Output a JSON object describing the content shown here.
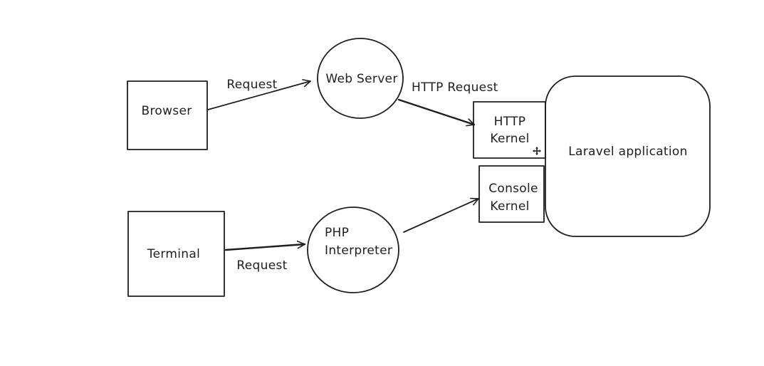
{
  "diagram": {
    "nodes": {
      "browser": {
        "label": "Browser"
      },
      "terminal": {
        "label": "Terminal"
      },
      "web_server": {
        "label": "Web Server"
      },
      "php_interpreter": {
        "line1": "PHP",
        "line2": "Interpreter"
      },
      "http_kernel": {
        "line1": "HTTP",
        "line2": "Kernel"
      },
      "console_kernel": {
        "line1": "Console",
        "line2": "Kernel"
      },
      "laravel_app": {
        "label": "Laravel application"
      }
    },
    "edges": {
      "browser_to_web_server": {
        "label": "Request"
      },
      "web_server_to_http_kernel": {
        "label": "HTTP Request"
      },
      "terminal_to_php": {
        "label": "Request"
      },
      "php_to_console_kernel": {
        "label": ""
      }
    },
    "cursor": {
      "icon": "move-cursor-icon"
    }
  }
}
